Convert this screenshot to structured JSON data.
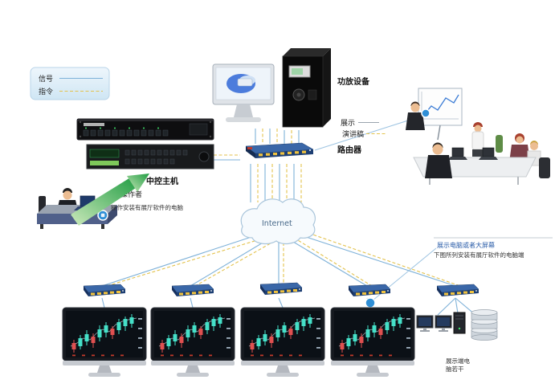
{
  "legend": {
    "signal_label": "信号",
    "command_label": "指令"
  },
  "nodes": {
    "central_host_label": "中控主机",
    "amplifier_label": "功放设备",
    "router_label": "路由器",
    "display_label": "展示",
    "script_label": "演讲稿",
    "operator_label": "操作者",
    "operator_note": "操作安装有展厅软件的电脑",
    "internet_label": "Internet",
    "display_screen_label": "展示电脑或者大屏幕",
    "display_screen_note": "下图所列安装有展厅软件的电脑端",
    "terminal_label_line1": "展示端电",
    "terminal_label_line2": "脑若干"
  },
  "colors": {
    "signal_line": "#7fb2d9",
    "command_line": "#e3c24c",
    "accent_blue": "#2f8fd6",
    "arrow_green": "#1f9c42"
  }
}
